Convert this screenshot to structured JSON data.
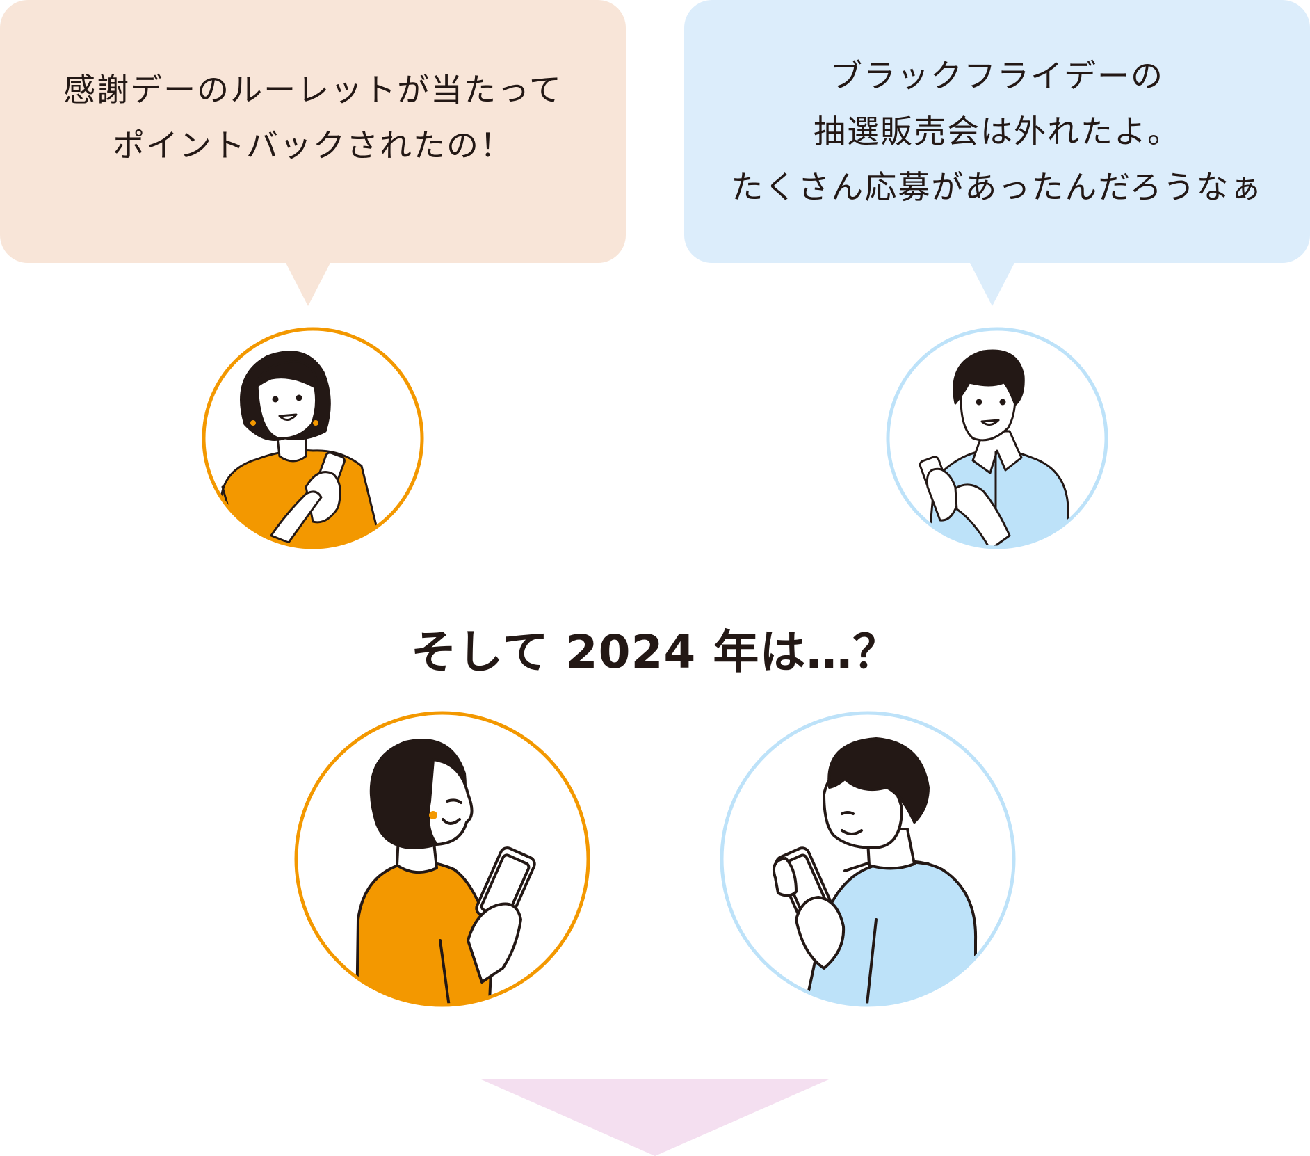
{
  "bubbles": {
    "left": {
      "lines": [
        "感謝デーのルーレットが当たって",
        "ポイントバックされたの！"
      ]
    },
    "right": {
      "lines": [
        "ブラックフライデーの",
        "抽選販売会は外れたよ。",
        "たくさん応募があったんだろうなぁ"
      ]
    }
  },
  "heading": "そして 2024 年は…？",
  "colors": {
    "orange": "#f39800",
    "light_blue": "#bde2f9",
    "bubble_peach": "#f8e5d8",
    "bubble_blue": "#dcedfb",
    "arrow_pink": "#f4dff0",
    "ink": "#231815"
  }
}
